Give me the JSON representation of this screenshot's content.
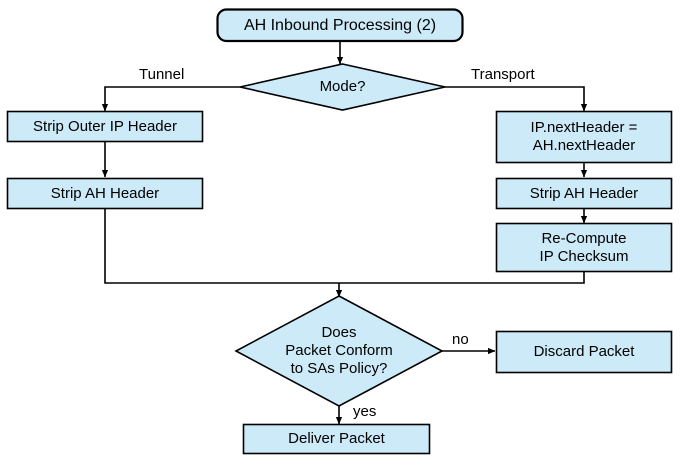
{
  "diagram": {
    "title": "AH Inbound Processing (2)",
    "colors": {
      "node_fill": "#cdeaf8",
      "node_stroke": "#000000",
      "edge_stroke": "#000000",
      "text": "#000000",
      "background": "#ffffff"
    },
    "nodes": {
      "start": {
        "label": "AH Inbound Processing (2)",
        "shape": "rounded-rectangle"
      },
      "mode_decision": {
        "label": "Mode?",
        "shape": "diamond"
      },
      "strip_outer_ip_header": {
        "label": "Strip Outer IP Header",
        "shape": "rectangle"
      },
      "strip_ah_header_tunnel": {
        "label": "Strip AH Header",
        "shape": "rectangle"
      },
      "ip_next_header": {
        "label": "IP.nextHeader =\nAH.nextHeader",
        "shape": "rectangle"
      },
      "strip_ah_header_transport": {
        "label": "Strip AH Header",
        "shape": "rectangle"
      },
      "recompute_checksum": {
        "label": "Re-Compute\nIP Checksum",
        "shape": "rectangle"
      },
      "conform_decision": {
        "label": "Does\nPacket Conform\nto SAs Policy?",
        "shape": "diamond"
      },
      "discard_packet": {
        "label": "Discard Packet",
        "shape": "rectangle"
      },
      "deliver_packet": {
        "label": "Deliver Packet",
        "shape": "rectangle"
      }
    },
    "edge_labels": {
      "tunnel": "Tunnel",
      "transport": "Transport",
      "no": "no",
      "yes": "yes"
    }
  }
}
